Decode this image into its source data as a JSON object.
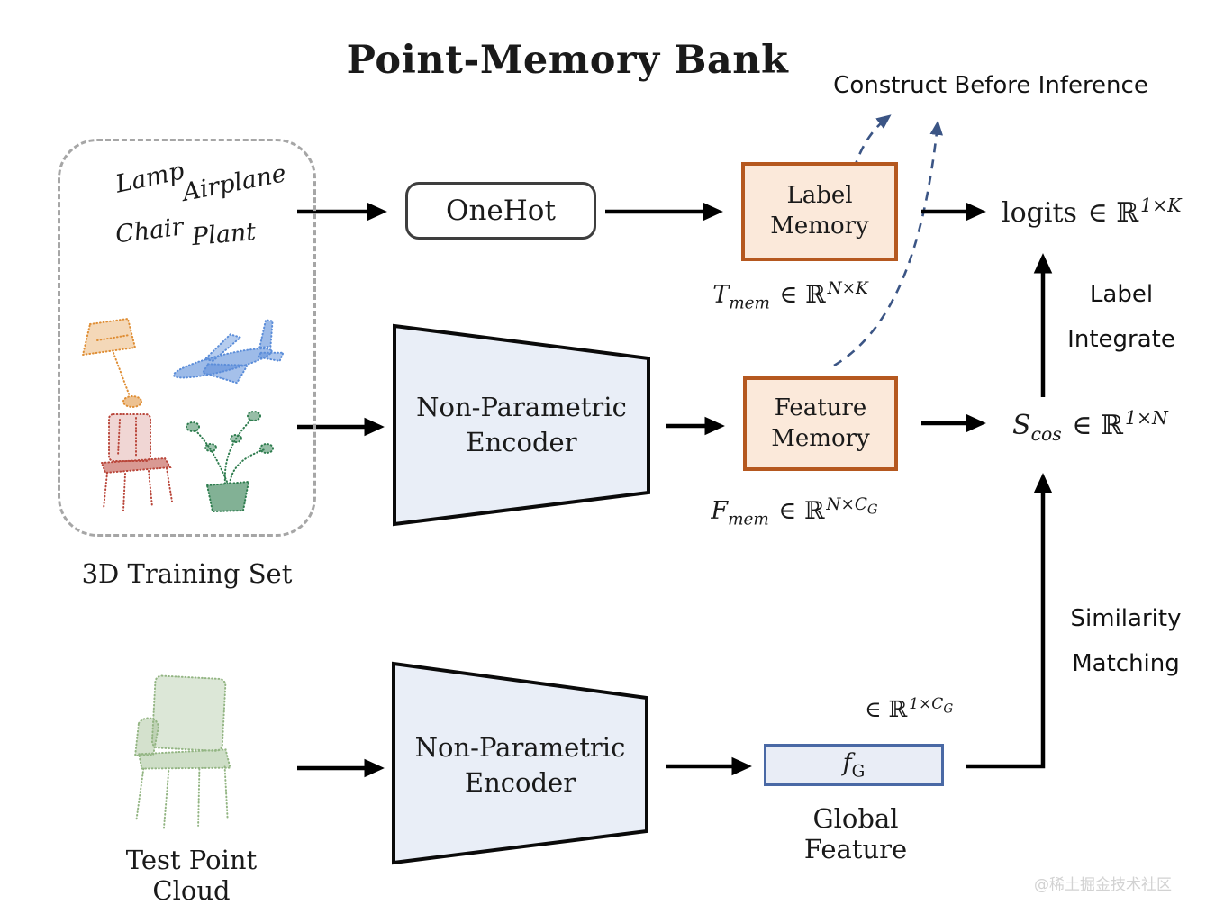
{
  "title": "Point-Memory Bank",
  "annotations": {
    "construct_before_inference": "Construct Before Inference",
    "label_integrate": [
      "Label",
      "Integrate"
    ],
    "similarity_matching": [
      "Similarity",
      "Matching"
    ]
  },
  "training_set": {
    "classes": [
      "Lamp",
      "Airplane",
      "Chair",
      "Plant"
    ],
    "caption": "3D Training Set"
  },
  "test_set": {
    "caption": "Test Point Cloud"
  },
  "nodes": {
    "onehot": "OneHot",
    "label_memory": [
      "Label",
      "Memory"
    ],
    "feature_memory": [
      "Feature",
      "Memory"
    ],
    "encoder_top": [
      "Non-Parametric",
      "Encoder"
    ],
    "encoder_bottom": [
      "Non-Parametric",
      "Encoder"
    ],
    "global_feature_box": {
      "base": "f",
      "sub": "G"
    },
    "global_feature_caption": "Global Feature"
  },
  "math": {
    "t_mem": {
      "base": "T",
      "sub": "mem",
      "rel": "∈ ℝ",
      "sup": "N×K"
    },
    "f_mem": {
      "base": "F",
      "sub": "mem",
      "rel": "∈ ℝ",
      "sup": "N×C",
      "supsub": "G"
    },
    "logits": {
      "base": "logits",
      "rel": "∈ ℝ",
      "sup": "1×K"
    },
    "s_cos": {
      "base": "S",
      "sub": "cos",
      "rel": "∈ ℝ",
      "sup": "1×N"
    },
    "global": {
      "rel": "∈ ℝ",
      "sup": "1×C",
      "supsub": "G"
    }
  },
  "watermark": "@稀土掘金技术社区",
  "colors": {
    "memory_box_fill": "#fbe9da",
    "memory_box_border": "#b5581f",
    "encoder_fill": "#e9eef7",
    "encoder_border": "#0a0a0a",
    "fg_box_fill": "#e9edf6",
    "fg_box_border": "#4a69a5",
    "dashed_arrow": "#3b5585",
    "arrow": "#000000",
    "lamp": "#df8e35",
    "airplane": "#5b8dd9",
    "chair": "#b9463a",
    "plant": "#2f7d4f",
    "test_chair": "#93b583",
    "watermark": "#d2d2d2"
  }
}
